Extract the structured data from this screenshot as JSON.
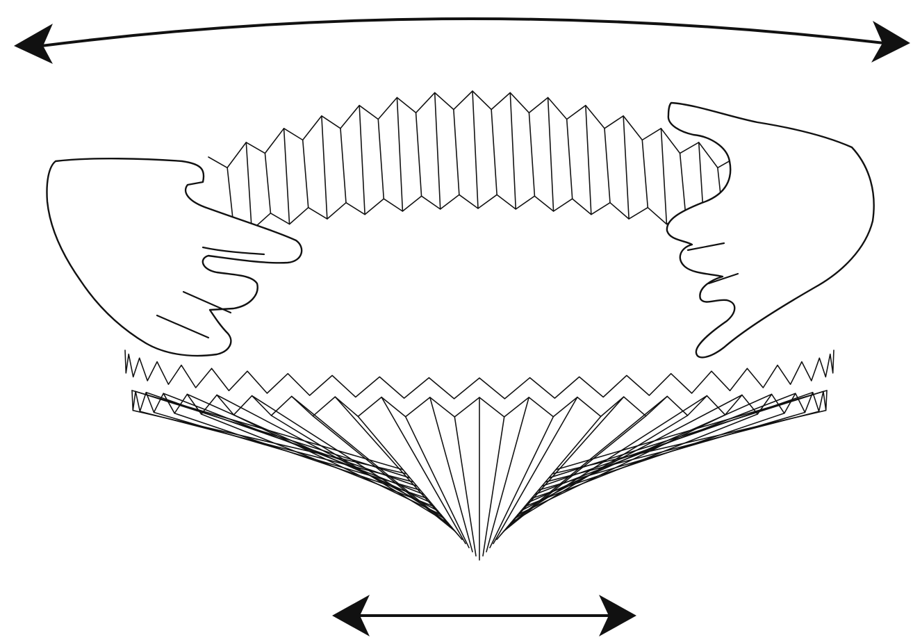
{
  "figure": {
    "subject": "",
    "colors": {
      "ink": "#111111",
      "background": "#ffffff"
    },
    "parts": [
      "wide-stretch-arrow",
      "pleated-band-top-rim",
      "pleated-band-bottom-fan",
      "left-hand",
      "right-hand",
      "narrow-base-arrow"
    ]
  }
}
